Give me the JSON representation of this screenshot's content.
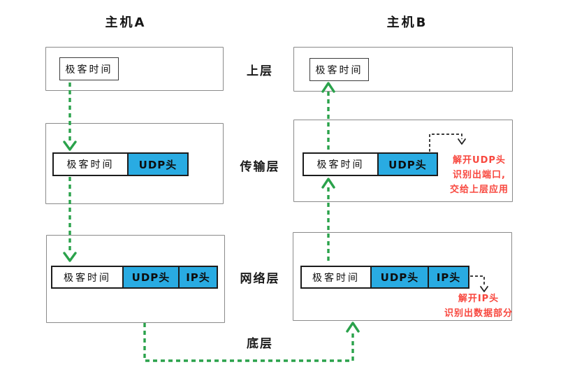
{
  "titles": {
    "host_a": "主机A",
    "host_b": "主机B"
  },
  "layers": {
    "upper": "上层",
    "transport": "传输层",
    "network": "网络层",
    "bottom": "底层"
  },
  "labels": {
    "payload": "极客时间",
    "udp_header": "UDP头",
    "ip_header": "IP头"
  },
  "annotations": {
    "udp_unpack": [
      "解开UDP头",
      "识别出端口,",
      "交给上层应用"
    ],
    "ip_unpack": [
      "解开IP头",
      "识别出数据部分"
    ]
  },
  "colors": {
    "arrow_green": "#2aa24b",
    "header_blue": "#29abe2",
    "annotation_red": "#f8473e",
    "outer_border": "#8a8a8a",
    "inner_border": "#1c1c1c"
  }
}
